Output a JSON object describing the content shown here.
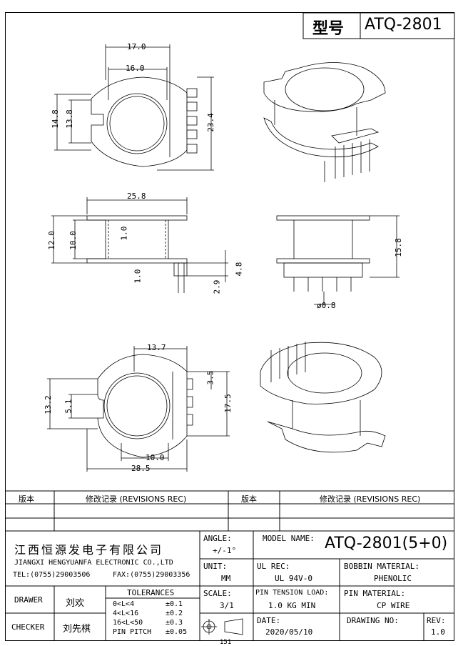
{
  "header": {
    "type_label": "型号",
    "model": "ATQ-2801"
  },
  "dimensions": {
    "top_width_outer": "17.0",
    "top_width_inner": "16.0",
    "top_left_outer": "14.8",
    "top_left_inner": "13.8",
    "top_right_height": "23.4",
    "front_width": "25.8",
    "front_left_outer": "12.0",
    "front_left_inner": "10.0",
    "front_wall_top": "1.0",
    "front_wall_bottom": "1.0",
    "front_pin_len": "2.9",
    "front_pin_h": "4.8",
    "side_height": "15.8",
    "side_pin_dia": "ø0.8",
    "bottom_top_width": "13.7",
    "bottom_pin_pitch": "3.5",
    "bottom_right_height": "17.5",
    "bottom_left_outer": "13.2",
    "bottom_left_inner": "5.1",
    "bottom_slot_width": "10.0",
    "bottom_total_width": "28.5"
  },
  "revisions": {
    "col_version": "版本",
    "col_record": "修改记录 (REVISIONS REC)",
    "col_version2": "版本",
    "col_record2": "修改记录 (REVISIONS REC)"
  },
  "company": {
    "name_cn": "江西恒源发电子有限公司",
    "name_en": "JIANGXI HENGYUANFA ELECTRONIC CO.,LTD",
    "tel": "TEL:(0755)29003506",
    "fax": "FAX:(0755)29003356"
  },
  "title_block": {
    "angle_label": "ANGLE:",
    "angle_value": "+/-1°",
    "model_name_label": "MODEL NAME:",
    "model_name_value": "ATQ-2801(5+0)",
    "unit_label": "UNIT:",
    "unit_value": "MM",
    "ul_label": "UL REC:",
    "ul_value": "UL 94V-0",
    "bobbin_label": "BOBBIN MATERIAL:",
    "bobbin_value": "PHENOLIC",
    "scale_label": "SCALE:",
    "scale_value": "3/1",
    "tension_label": "PIN TENSION LOAD:",
    "tension_value": "1.0 KG MIN",
    "pin_mat_label": "PIN MATERIAL:",
    "pin_mat_value": "CP WIRE",
    "date_label": "DATE:",
    "date_value": "2020/05/10",
    "drawing_label": "DRAWING NO:",
    "rev_label": "REV:",
    "rev_value": "1.0",
    "drawer_label": "DRAWER",
    "drawer_name": "刘欢",
    "checker_label": "CHECKER",
    "checker_name": "刘先棋",
    "tolerances_label": "TOLERANCES",
    "tol_rows": [
      {
        "range": "0<L<4",
        "value": "±0.1"
      },
      {
        "range": "4<L<16",
        "value": "±0.2"
      },
      {
        "range": "16<L<50",
        "value": "±0.3"
      },
      {
        "range": "PIN PITCH",
        "value": "±0.05"
      }
    ]
  },
  "footer": {
    "page_mark": "151"
  }
}
